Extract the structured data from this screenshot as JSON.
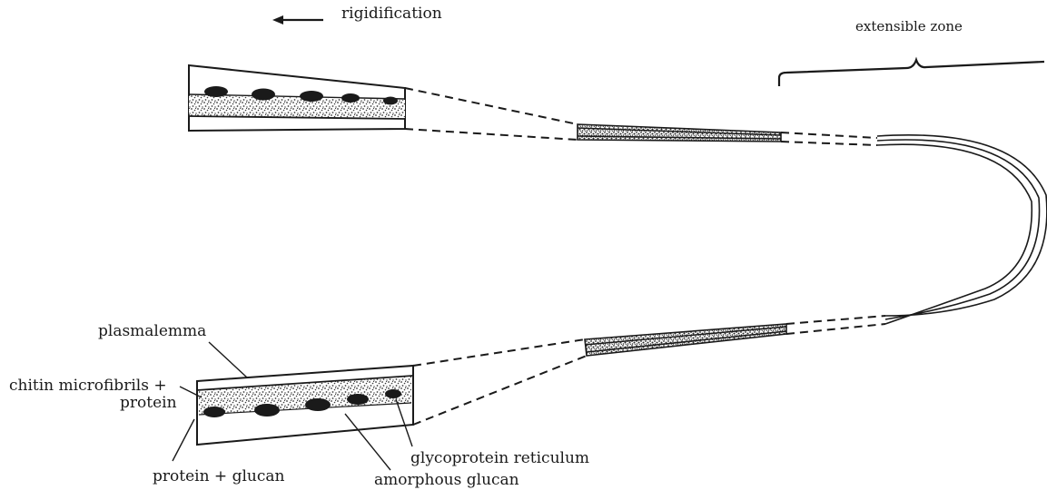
{
  "diagram": {
    "labels": {
      "rigidification": "rigidification",
      "extensible_zone": "extensible zone",
      "plasmalemma": "plasmalemma",
      "chitin_line1": "chitin microfibrils +",
      "chitin_line2": "protein",
      "glycoprotein": "glycoprotein reticulum",
      "protein_glucan": "protein + glucan",
      "amorphous_glucan": "amorphous glucan"
    },
    "colors": {
      "ink": "#1a1a1a",
      "paper": "#ffffff",
      "stipple": "#3a3a3a"
    }
  }
}
